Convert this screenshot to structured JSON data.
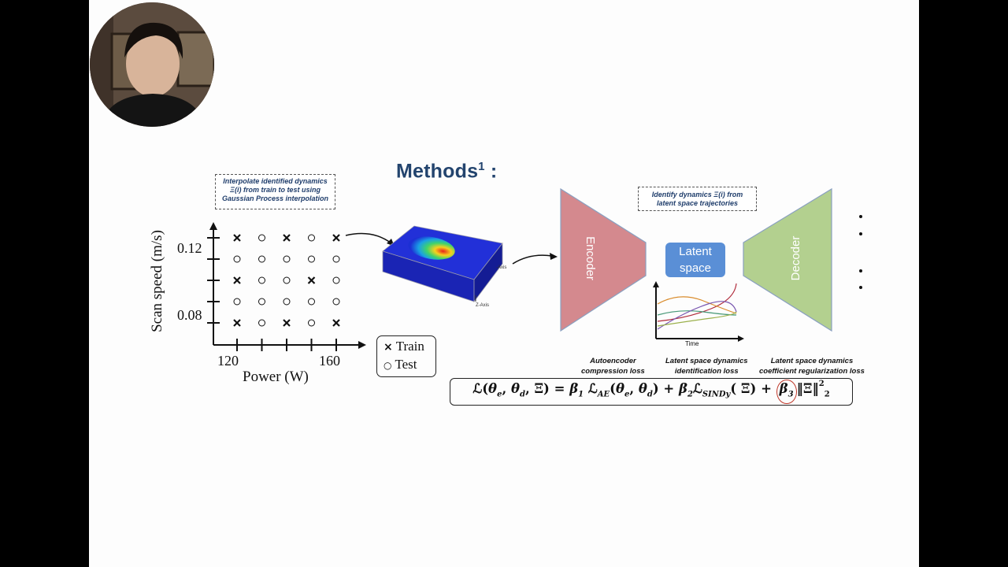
{
  "slide": {
    "title": "Methods",
    "title_superscript": "1",
    "title_suffix": " :"
  },
  "grid_plot": {
    "xlabel": "Power (W)",
    "ylabel": "Scan speed (m/s)",
    "x_ticks": [
      "120",
      "160"
    ],
    "y_ticks": [
      "0.12",
      "0.08"
    ],
    "legend": [
      {
        "symbol": "×",
        "label": "Train"
      },
      {
        "symbol": "○",
        "label": "Test"
      }
    ],
    "rows": [
      [
        "x",
        "o",
        "x",
        "o",
        "x"
      ],
      [
        "o",
        "o",
        "o",
        "o",
        "o"
      ],
      [
        "x",
        "o",
        "o",
        "x",
        "o"
      ],
      [
        "o",
        "o",
        "o",
        "o",
        "o"
      ],
      [
        "x",
        "o",
        "x",
        "o",
        "x"
      ]
    ]
  },
  "notes": {
    "interpolate_line1": "Interpolate identified dynamics",
    "interpolate_line2": "Ξ(i) from train to test using",
    "interpolate_line3": "Gaussian Process interpolation",
    "identify_line1": "Identify dynamics Ξ(i) from",
    "identify_line2": "latent space trajectories"
  },
  "simulation": {
    "axis_label_1": "-Axis",
    "axis_label_2": "Z-Axis"
  },
  "network": {
    "encoder_label": "Encoder",
    "latent_label_1": "Latent",
    "latent_label_2": "space",
    "decoder_label": "Decoder",
    "time_label": "Time"
  },
  "loss_captions": {
    "ae_line1": "Autoencoder",
    "ae_line2": "compression loss",
    "sindy_line1": "Latent space dynamics",
    "sindy_line2": "identification loss",
    "reg_line1": "Latent space dynamics",
    "reg_line2": "coefficient regularization loss"
  },
  "equation": {
    "lhs": "ℒ(θ",
    "text": "ℒ(θe, θd, Ξ) = β1 ℒAE(θe, θd) + β2ℒSINDy( Ξ) + β3‖Ξ‖²₂"
  },
  "colors": {
    "title": "#23446e",
    "encoder": "#d4898e",
    "decoder": "#b3d08f",
    "latent": "#5a8fd6",
    "beta_circle": "#c0392b"
  }
}
